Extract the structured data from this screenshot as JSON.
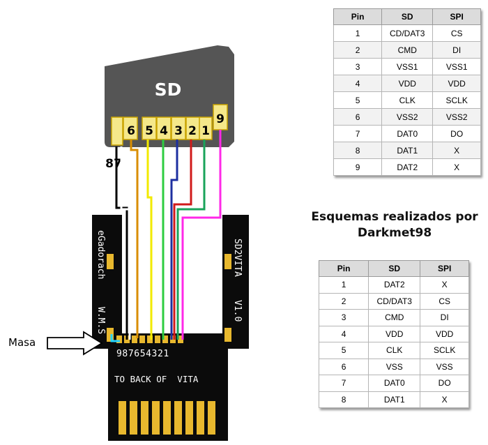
{
  "sd_card": {
    "label": "SD",
    "pins": [
      {
        "number": "1",
        "wire": "#19a35a"
      },
      {
        "number": "2",
        "wire": "#d11a1a"
      },
      {
        "number": "3",
        "wire": "#1d2fa0"
      },
      {
        "number": "4",
        "wire": "#2ecc40"
      },
      {
        "number": "5",
        "wire": "#f2ea00"
      },
      {
        "number": "6",
        "wire": "#d98e00"
      },
      {
        "number": "7",
        "wire": "#ffffff"
      },
      {
        "number": "8",
        "wire": "#000000"
      },
      {
        "number": "9",
        "wire": "#ff28e8"
      }
    ],
    "label_87": "87",
    "pin_colors": {
      "body": "#555555",
      "contact": "#f5e88a",
      "contact_border": "#c9a300"
    }
  },
  "adapter_board": {
    "left_text": "eGadorach",
    "left_text_bottom": "W.M.S",
    "right_text": "SD2VITA",
    "right_text_bottom": "V1.0",
    "pin_numbers": "987654321",
    "bottom_text": "TO BACK OF  VITA",
    "board_color": "#0b0b0b",
    "gold_color": "#e8b82e",
    "ground_wire": "#22d3ff"
  },
  "masa_label": "Masa",
  "credit": {
    "line1": "Esquemas realizados por",
    "line2": "Darkmet98"
  },
  "table_sd_spi": {
    "headers": [
      "Pin",
      "SD",
      "SPI"
    ],
    "rows": [
      [
        "1",
        "CD/DAT3",
        "CS"
      ],
      [
        "2",
        "CMD",
        "DI"
      ],
      [
        "3",
        "VSS1",
        "VSS1"
      ],
      [
        "4",
        "VDD",
        "VDD"
      ],
      [
        "5",
        "CLK",
        "SCLK"
      ],
      [
        "6",
        "VSS2",
        "VSS2"
      ],
      [
        "7",
        "DAT0",
        "DO"
      ],
      [
        "8",
        "DAT1",
        "X"
      ],
      [
        "9",
        "DAT2",
        "X"
      ]
    ]
  },
  "table_micro_sd": {
    "headers": [
      "Pin",
      "SD",
      "SPI"
    ],
    "rows": [
      [
        "1",
        "DAT2",
        "X"
      ],
      [
        "2",
        "CD/DAT3",
        "CS"
      ],
      [
        "3",
        "CMD",
        "DI"
      ],
      [
        "4",
        "VDD",
        "VDD"
      ],
      [
        "5",
        "CLK",
        "SCLK"
      ],
      [
        "6",
        "VSS",
        "VSS"
      ],
      [
        "7",
        "DAT0",
        "DO"
      ],
      [
        "8",
        "DAT1",
        "X"
      ]
    ]
  }
}
